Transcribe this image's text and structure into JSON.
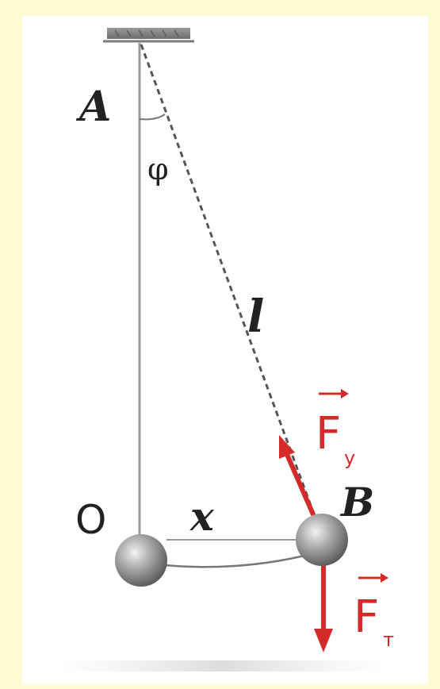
{
  "colors": {
    "background": "#fdfbd3",
    "panel": "#ffffff",
    "line": "#9a9a9a",
    "dashed": "#555555",
    "force_arrow": "#d42a2a",
    "label_dark": "#222222",
    "ball": "#8e8e8e"
  },
  "labels": {
    "A": "A",
    "phi": "φ",
    "l": "l",
    "O": "O",
    "x": "x",
    "B": "B",
    "Fy_main": "F",
    "Fy_sub": "у",
    "Ft_main": "F",
    "Ft_sub": "т"
  },
  "icons": {
    "ceiling": "ceiling-support-icon",
    "ball_rest": "ball-icon",
    "ball_deflected": "ball-icon"
  }
}
